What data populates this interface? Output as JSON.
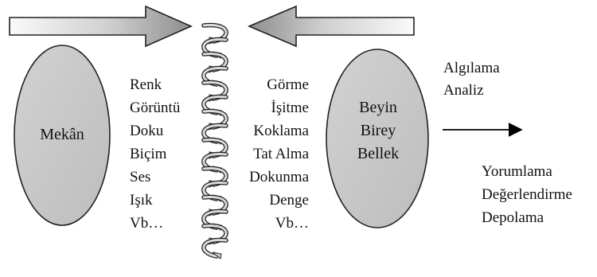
{
  "diagram": {
    "left_oval": {
      "label": "Mekân"
    },
    "right_oval": {
      "lines": [
        "Beyin",
        "Birey",
        "Bellek"
      ]
    },
    "stimuli": [
      "Renk",
      "Görüntü",
      "Doku",
      "Biçim",
      "Ses",
      "Işık",
      "Vb…"
    ],
    "senses": [
      "Görme",
      "İşitme",
      "Koklama",
      "Tat Alma",
      "Dokunma",
      "Denge",
      "Vb…"
    ],
    "processes_top": [
      "Algılama",
      "Analiz"
    ],
    "processes_bottom": [
      "Yorumlama",
      "Değerlendirme",
      "Depolama"
    ],
    "colors": {
      "oval_fill": "#c8c8c8",
      "arrow_light": "#f4f4f4",
      "arrow_dark": "#9a9a9a",
      "stroke": "#222222"
    }
  }
}
